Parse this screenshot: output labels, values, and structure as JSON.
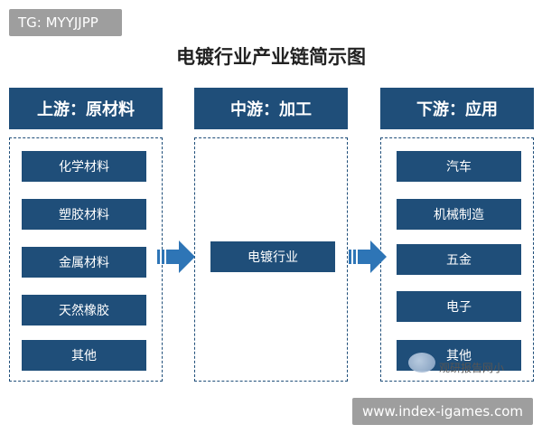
{
  "tag": "TG: MYYJJPP",
  "title": "电镀行业产业链简示图",
  "upstream": {
    "header": "上游：原材料",
    "items": [
      "化学材料",
      "塑胶材料",
      "金属材料",
      "天然橡胶",
      "其他"
    ]
  },
  "midstream": {
    "header": "中游：加工",
    "items": [
      "电镀行业"
    ]
  },
  "downstream": {
    "header": "下游：应用",
    "items": [
      "汽车",
      "机械制造",
      "五金",
      "电子",
      "其他"
    ]
  },
  "watermark": "观研报告网小",
  "url": "www.index-igames.com",
  "colors": {
    "primary": "#1f4e79",
    "arrow": "#2e75b6",
    "tag_bg": "#9e9e9e"
  },
  "icons": [
    "right-arrow-icon"
  ]
}
